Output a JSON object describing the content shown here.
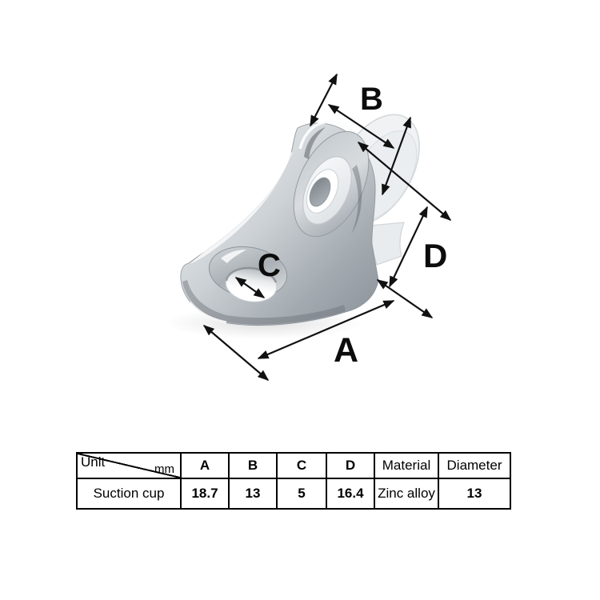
{
  "diagram": {
    "dimension_labels": {
      "a": "A",
      "b": "B",
      "c": "C",
      "d": "D"
    },
    "parts": {
      "bracket": "zinc-alloy-l-bracket",
      "suction_cup": "translucent-suction-cup",
      "grommet": "white-rubber-grommet",
      "base_hole": "countersunk-screw-hole"
    },
    "colors": {
      "line": "#111111",
      "metal_light": "#eef1f2",
      "metal_mid": "#b6bcc1",
      "metal_dark": "#878e95",
      "suction_cup": "#f0f2f4"
    }
  },
  "table": {
    "unit_label": "Unit",
    "unit_value": "mm",
    "columns": [
      "A",
      "B",
      "C",
      "D",
      "Material",
      "Diameter"
    ],
    "row_header": "Suction cup",
    "values": [
      "18.7",
      "13",
      "5",
      "16.4",
      "Zinc alloy",
      "13"
    ],
    "border_color": "#000000"
  }
}
